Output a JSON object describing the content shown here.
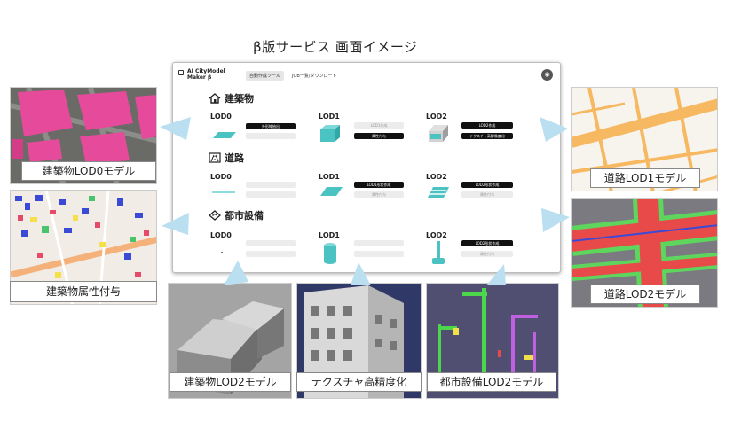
{
  "page_title": "β版サービス 画面イメージ",
  "app": {
    "logo_line1": "AI CityModel",
    "logo_line2": "Maker β",
    "nav_tabs": [
      "自動作成ツール",
      "JOB一覧/ダウンロード"
    ],
    "user_icon": "user-icon",
    "sections": [
      {
        "title": "建築物",
        "icon": "house-icon",
        "lods": [
          {
            "label": "LOD0",
            "buttons": [
              {
                "text": "外形線抽出",
                "style": "black"
              },
              {
                "text": "",
                "style": "gray"
              }
            ]
          },
          {
            "label": "LOD1",
            "buttons": [
              {
                "text": "LOD1作成",
                "style": "gray"
              },
              {
                "text": "属性付与",
                "style": "black"
              }
            ]
          },
          {
            "label": "LOD2",
            "buttons": [
              {
                "text": "LOD2作成",
                "style": "black"
              },
              {
                "text": "テクスチャ高解像度化",
                "style": "black"
              }
            ]
          }
        ]
      },
      {
        "title": "道路",
        "icon": "road-icon",
        "lods": [
          {
            "label": "LOD0",
            "buttons": [
              {
                "text": "",
                "style": "gray"
              },
              {
                "text": "",
                "style": "gray"
              }
            ]
          },
          {
            "label": "LOD1",
            "buttons": [
              {
                "text": "LOD1形状作成",
                "style": "black"
              },
              {
                "text": "属性付与",
                "style": "gray"
              }
            ]
          },
          {
            "label": "LOD2",
            "buttons": [
              {
                "text": "LOD2形状作成",
                "style": "black"
              },
              {
                "text": "属性付与",
                "style": "gray"
              }
            ]
          }
        ]
      },
      {
        "title": "都市設備",
        "icon": "facility-icon",
        "lods": [
          {
            "label": "LOD0",
            "buttons": [
              {
                "text": "",
                "style": "gray"
              },
              {
                "text": "",
                "style": "gray"
              }
            ]
          },
          {
            "label": "LOD1",
            "buttons": [
              {
                "text": "",
                "style": "gray"
              },
              {
                "text": "",
                "style": "gray"
              }
            ]
          },
          {
            "label": "LOD2",
            "buttons": [
              {
                "text": "LOD2形状作成",
                "style": "black"
              },
              {
                "text": "属性付与",
                "style": "gray"
              }
            ]
          }
        ]
      }
    ]
  },
  "captions": {
    "building_lod0": "建築物LOD0モデル",
    "building_attr": "建築物属性付与",
    "building_lod2": "建築物LOD2モデル",
    "texture": "テクスチャ高精度化",
    "facility_lod2": "都市設備LOD2モデル",
    "road_lod1": "道路LOD1モデル",
    "road_lod2": "道路LOD2モデル"
  },
  "colors": {
    "arrow": "#b9dff0",
    "building_pink": "#e64a9a",
    "road_orange": "#f6b860",
    "road_red": "#e84a4a",
    "road_green": "#5ed65e",
    "thumb_teal": "#4cc3c3"
  }
}
